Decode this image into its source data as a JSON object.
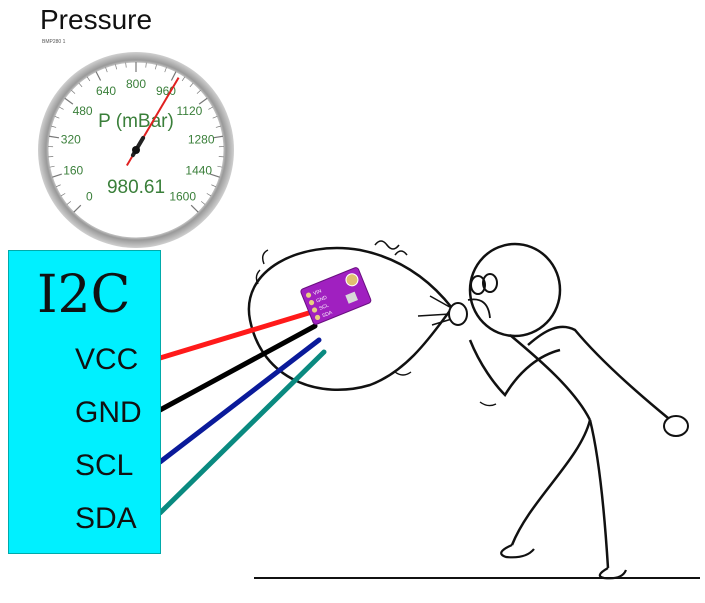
{
  "gauge": {
    "title": "Pressure",
    "sensor_name": "BMP280 1",
    "unit_label": "P (mBar)",
    "value_text": "980.61",
    "value": 980.61,
    "min": 0,
    "max": 1600,
    "ticks": [
      "0",
      "160",
      "320",
      "480",
      "640",
      "800",
      "960",
      "1120",
      "1280",
      "1440",
      "1600"
    ],
    "dial_color": "#3a7f3a",
    "needle_color": "#e02020"
  },
  "i2c": {
    "title": "I2C",
    "box_color": "#00F0FF",
    "pins": [
      {
        "label": "VCC",
        "wire_color": "#ff1a1a"
      },
      {
        "label": "GND",
        "wire_color": "#000000"
      },
      {
        "label": "SCL",
        "wire_color": "#0a1a9a"
      },
      {
        "label": "SDA",
        "wire_color": "#0a8a80"
      }
    ]
  },
  "sensor_board": {
    "color": "#a020c0",
    "pin_labels": [
      "VIN",
      "GND",
      "SCL",
      "SDA"
    ]
  }
}
